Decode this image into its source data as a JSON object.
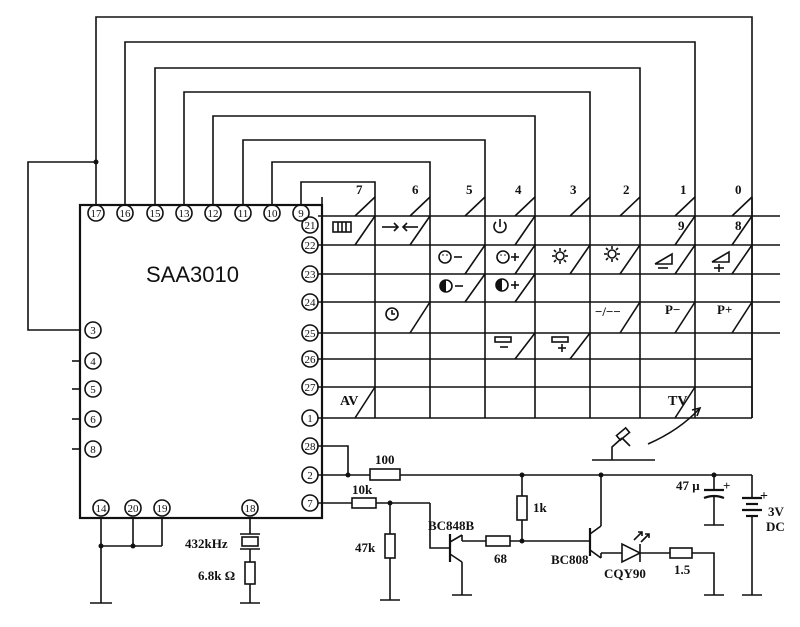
{
  "chip": {
    "name": "SAA3010"
  },
  "pins": {
    "p17": "17",
    "p16": "16",
    "p15": "15",
    "p13": "13",
    "p12": "12",
    "p11": "11",
    "p10": "10",
    "p9": "9",
    "p21": "21",
    "p22": "22",
    "p23": "23",
    "p24": "24",
    "p25": "25",
    "p26": "26",
    "p27": "27",
    "p1": "1",
    "p28": "28",
    "p2": "2",
    "p7": "7",
    "p3": "3",
    "p4": "4",
    "p5": "5",
    "p6": "6",
    "p8": "8",
    "p14": "14",
    "p20": "20",
    "p19": "19",
    "p18": "18"
  },
  "keys": {
    "col7": "7",
    "col6": "6",
    "col5": "5",
    "col4": "4",
    "col3": "3",
    "col2": "2",
    "col1": "1",
    "col0": "0",
    "k9": "9",
    "k8": "8",
    "av": "AV",
    "tv": "TV",
    "p_minus": "P−",
    "p_plus": "P+",
    "dash": "−/−−"
  },
  "components": {
    "r100": "100",
    "r10k": "10k",
    "r1k": "1k",
    "r47k": "47k",
    "r68": "68",
    "r1_5": "1.5",
    "r6_8k": "6.8k Ω",
    "crystal": "432kHz",
    "cap": "47 μ",
    "q1": "BC848B",
    "q2": "BC808",
    "led": "CQY90",
    "battery_v": "3V",
    "battery_dc": "DC"
  }
}
